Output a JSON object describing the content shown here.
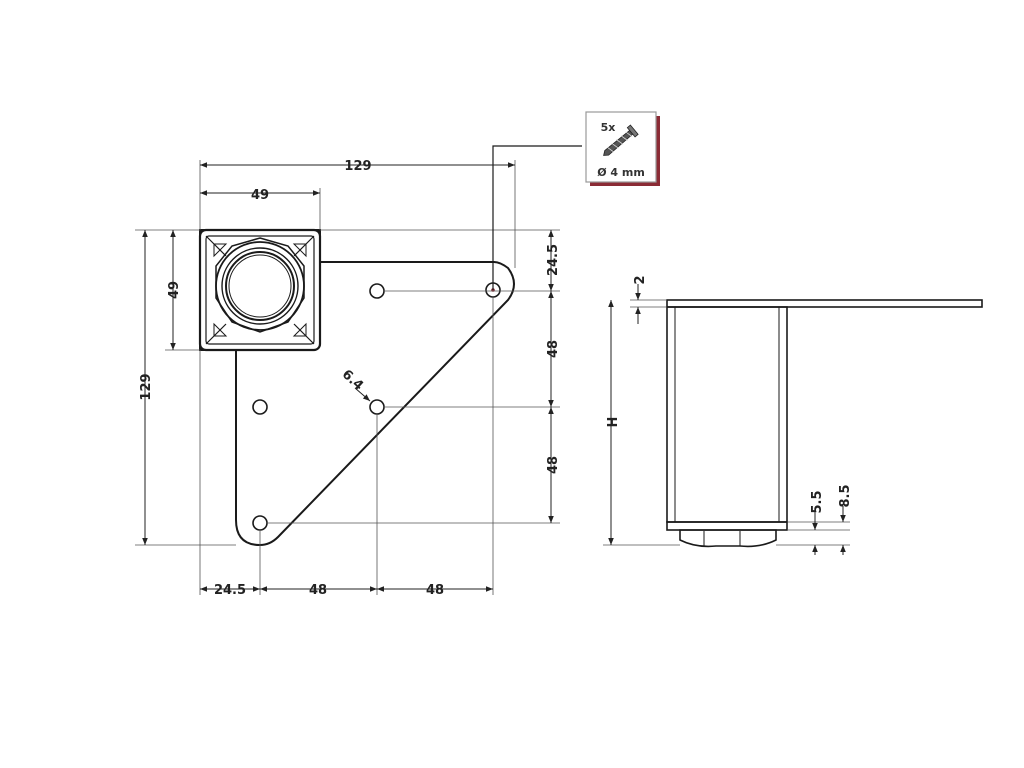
{
  "top_view": {
    "width_total": "129",
    "width_square": "49",
    "height_total": "129",
    "height_square": "49",
    "offset_top_right": "24.5",
    "vert_spacing_1": "48",
    "vert_spacing_2": "48",
    "hole_diameter": "6.4",
    "bottom_left": "24.5",
    "bottom_mid_1": "48",
    "bottom_mid_2": "48"
  },
  "side_view": {
    "plate_thickness": "2",
    "height": "H",
    "foot_height_1": "5.5",
    "foot_height_2": "8.5"
  },
  "screw_note": {
    "quantity": "5x",
    "diameter": "Ø 4 mm"
  },
  "colors": {
    "line": "#1a1a1a",
    "dim": "#333333",
    "accent": "#8b2b35"
  }
}
